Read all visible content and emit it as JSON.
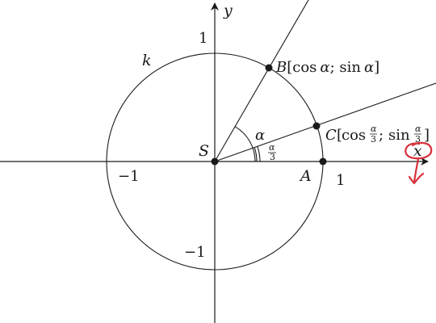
{
  "labels": {
    "y_axis": "y",
    "x_axis": "x",
    "circle": "k",
    "center": "S",
    "point_a": "A",
    "alpha": "α",
    "third_num": "α",
    "third_den": "3",
    "y_pos_one": "1",
    "y_neg_one": "−1",
    "x_neg_one": "−1",
    "x_pos_one": "1"
  },
  "point_b": {
    "name": "B",
    "open": "[",
    "cos": "cos",
    "alpha1": "α",
    "semi": "; ",
    "sin": "sin",
    "alpha2": "α",
    "close": "]"
  },
  "point_c": {
    "name": "C",
    "open": "[",
    "cos": "cos",
    "num1": "α",
    "den1": "3",
    "semi": "; ",
    "sin": "sin",
    "num2": "α",
    "den2": "3",
    "close": "]"
  },
  "colors": {
    "ink": "#1a1a1a",
    "annotation_red": "#d8323c"
  }
}
